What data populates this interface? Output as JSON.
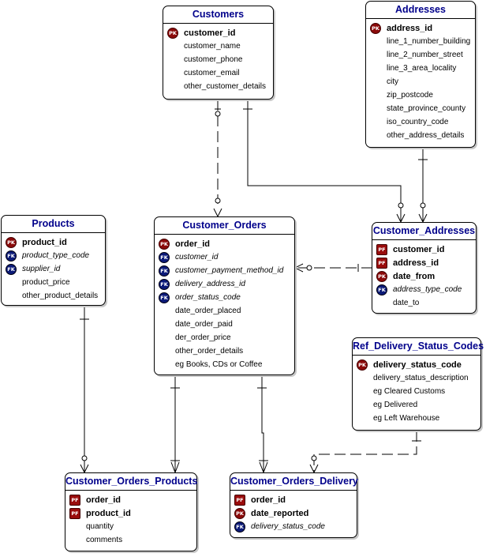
{
  "entities": {
    "customers": {
      "title": "Customers",
      "fields": [
        {
          "name": "customer_id",
          "key": "PK"
        },
        {
          "name": "customer_name",
          "key": ""
        },
        {
          "name": "customer_phone",
          "key": ""
        },
        {
          "name": "customer_email",
          "key": ""
        },
        {
          "name": "other_customer_details",
          "key": ""
        }
      ]
    },
    "addresses": {
      "title": "Addresses",
      "fields": [
        {
          "name": "address_id",
          "key": "PK"
        },
        {
          "name": "line_1_number_building",
          "key": ""
        },
        {
          "name": "line_2_number_street",
          "key": ""
        },
        {
          "name": "line_3_area_locality",
          "key": ""
        },
        {
          "name": "city",
          "key": ""
        },
        {
          "name": "zip_postcode",
          "key": ""
        },
        {
          "name": "state_province_county",
          "key": ""
        },
        {
          "name": "iso_country_code",
          "key": ""
        },
        {
          "name": "other_address_details",
          "key": ""
        }
      ]
    },
    "products": {
      "title": "Products",
      "fields": [
        {
          "name": "product_id",
          "key": "PK"
        },
        {
          "name": "product_type_code",
          "key": "FK"
        },
        {
          "name": "supplier_id",
          "key": "FK"
        },
        {
          "name": "product_price",
          "key": ""
        },
        {
          "name": "other_product_details",
          "key": ""
        }
      ]
    },
    "customer_orders": {
      "title": "Customer_Orders",
      "fields": [
        {
          "name": "order_id",
          "key": "PK"
        },
        {
          "name": "customer_id",
          "key": "FK"
        },
        {
          "name": "customer_payment_method_id",
          "key": "FK"
        },
        {
          "name": "delivery_address_id",
          "key": "FK"
        },
        {
          "name": "order_status_code",
          "key": "FK"
        },
        {
          "name": "date_order_placed",
          "key": ""
        },
        {
          "name": "date_order_paid",
          "key": ""
        },
        {
          "name": "der_order_price",
          "key": ""
        },
        {
          "name": "other_order_details",
          "key": ""
        },
        {
          "name": "eg Books, CDs or Coffee",
          "key": ""
        }
      ]
    },
    "customer_addresses": {
      "title": "Customer_Addresses",
      "fields": [
        {
          "name": "customer_id",
          "key": "PF"
        },
        {
          "name": "address_id",
          "key": "PF"
        },
        {
          "name": "date_from",
          "key": "PK"
        },
        {
          "name": "address_type_code",
          "key": "FK"
        },
        {
          "name": "date_to",
          "key": ""
        }
      ]
    },
    "ref_delivery_status_codes": {
      "title": "Ref_Delivery_Status_Codes",
      "fields": [
        {
          "name": "delivery_status_code",
          "key": "PK"
        },
        {
          "name": "delivery_status_description",
          "key": ""
        },
        {
          "name": "eg Cleared Customs",
          "key": ""
        },
        {
          "name": "eg Delivered",
          "key": ""
        },
        {
          "name": "eg Left Warehouse",
          "key": ""
        }
      ]
    },
    "customer_orders_products": {
      "title": "Customer_Orders_Products",
      "fields": [
        {
          "name": "order_id",
          "key": "PF"
        },
        {
          "name": "product_id",
          "key": "PF"
        },
        {
          "name": "quantity",
          "key": ""
        },
        {
          "name": "comments",
          "key": ""
        }
      ]
    },
    "customer_orders_delivery": {
      "title": "Customer_Orders_Delivery",
      "fields": [
        {
          "name": "order_id",
          "key": "PF"
        },
        {
          "name": "date_reported",
          "key": "PK"
        },
        {
          "name": "delivery_status_code",
          "key": "FK"
        }
      ]
    }
  },
  "relationships": [
    {
      "from": "customers",
      "to": "customer_orders",
      "line": "dashed"
    },
    {
      "from": "customers",
      "to": "customer_addresses",
      "line": "solid"
    },
    {
      "from": "addresses",
      "to": "customer_addresses",
      "line": "solid"
    },
    {
      "from": "customer_addresses",
      "to": "customer_orders",
      "line": "dashed"
    },
    {
      "from": "products",
      "to": "customer_orders_products",
      "line": "solid"
    },
    {
      "from": "customer_orders",
      "to": "customer_orders_products",
      "line": "solid"
    },
    {
      "from": "customer_orders",
      "to": "customer_orders_delivery",
      "line": "solid"
    },
    {
      "from": "ref_delivery_status_codes",
      "to": "customer_orders_delivery",
      "line": "dashed"
    }
  ],
  "colors": {
    "title": "#00008b",
    "pk_badge": "#8b0a0a",
    "fk_badge": "#0b1a78",
    "pf_badge": "#9a0c0c"
  }
}
